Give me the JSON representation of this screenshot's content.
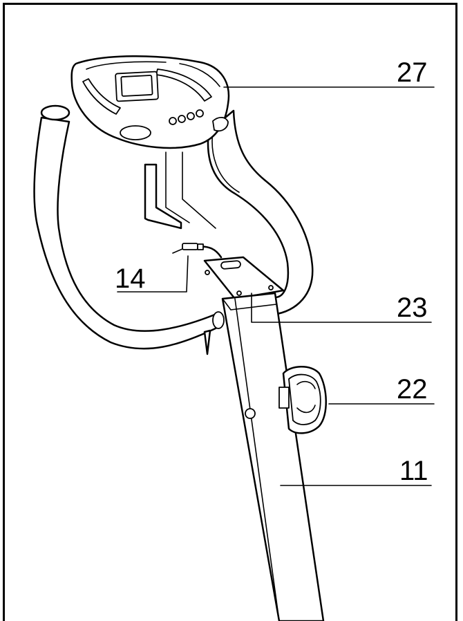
{
  "diagram": {
    "callouts": [
      {
        "id": "27",
        "label": "27",
        "part": "console"
      },
      {
        "id": "14",
        "label": "14",
        "part": "console-cable"
      },
      {
        "id": "23",
        "label": "23",
        "part": "console-bracket"
      },
      {
        "id": "22",
        "label": "22",
        "part": "adjustment-knob"
      },
      {
        "id": "11",
        "label": "11",
        "part": "upright-post"
      }
    ]
  },
  "colors": {
    "line": "#000000",
    "background": "#ffffff",
    "fill": "#ffffff"
  }
}
